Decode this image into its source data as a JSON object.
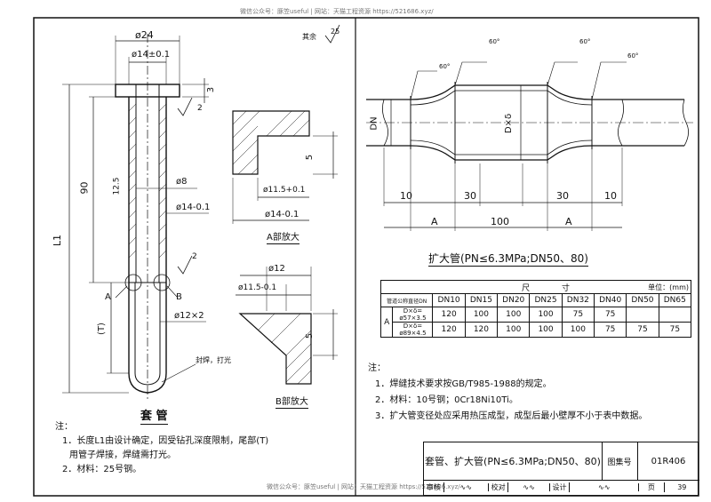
{
  "watermark_top": "微信公众号：豚笠useful | 网站：天猫工程资源 https://521686.xyz/",
  "watermark_bottom": "微信公众号：豚笠useful | 网站：天猫工程资源 https://521686.xyz/",
  "sleeve": {
    "title": "套 管",
    "dims": {
      "d24": "ø24",
      "d14_top": "ø14±0.1",
      "d3": "3",
      "len90": "90",
      "L1": "L1",
      "T": "(T)",
      "d8": "ø8",
      "d14b": "ø14-0.1",
      "d12x2": "ø12×2",
      "r125": "12.5",
      "rough_other": "其余",
      "rough_25": "25",
      "rough_2a": "2",
      "rough_2b": "2",
      "label_A": "A",
      "label_B": "B",
      "weld_note": "封焊，打光"
    },
    "notes_title": "注：",
    "notes": [
      "1．长度L1由设计确定，因受钻孔深度限制，尾部(T)",
      "用管子焊接，焊缝需打光。",
      "2．材料：25号钢。"
    ]
  },
  "detailA": {
    "caption": "A部放大",
    "d11": "ø11.5+0.1",
    "d14": "ø14-0.1",
    "h5": "5"
  },
  "detailB": {
    "caption": "B部放大",
    "d12": "ø12",
    "d11": "ø11.5-0.1",
    "h5": "5"
  },
  "expanded": {
    "title": "扩大管(PN≤6.3MPa;DN50、80)",
    "DN": "DN",
    "Dxd": "D×δ",
    "dim10a": "10",
    "dim30a": "30",
    "dim30b": "30",
    "dim10b": "10",
    "dimA1": "A",
    "dim100": "100",
    "dimA2": "A",
    "weld": [
      "60°",
      "60°",
      "60°",
      "60°"
    ]
  },
  "table": {
    "header_size": "尺　　　　寸",
    "unit": "单位：(mm)",
    "corner": "管道公称直径DN",
    "cols": [
      "DN10",
      "DN15",
      "DN20",
      "DN25",
      "DN32",
      "DN40",
      "DN50",
      "DN65"
    ],
    "row_label": "A",
    "rows": [
      {
        "spec": "D×δ= ø57×3.5",
        "values": [
          "120",
          "100",
          "100",
          "100",
          "75",
          "75",
          "",
          ""
        ]
      },
      {
        "spec": "D×δ= ø89×4.5",
        "values": [
          "120",
          "120",
          "100",
          "100",
          "100",
          "75",
          "75",
          "75"
        ]
      }
    ]
  },
  "notes2": {
    "title": "注：",
    "items": [
      "1．焊缝技术要求按GB/T985-1988的规定。",
      "2．材料：10号钢；0Cr18Ni10Ti。",
      "3．扩大管变径处应采用热压成型，成型后最小壁厚不小于表中数据。"
    ]
  },
  "titleblock": {
    "name": "套管、扩大管(PN≤6.3MPa;DN50、80)",
    "atlas_label": "图集号",
    "atlas_no": "01R406",
    "review": "审核",
    "check": "校对",
    "design": "设计",
    "page_label": "页",
    "page_no": "39"
  }
}
